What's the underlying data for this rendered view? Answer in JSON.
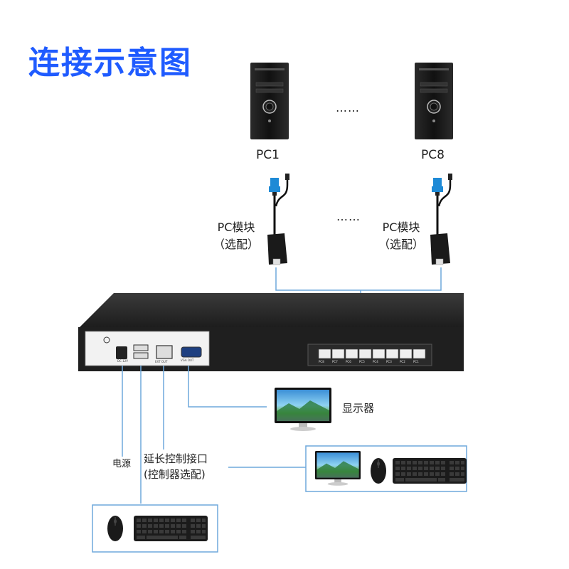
{
  "title": "连接示意图",
  "pcs": [
    {
      "label": "PC1"
    },
    {
      "label": "PC8"
    }
  ],
  "ellipsis": "……",
  "modules": [
    {
      "line1": "PC模块",
      "line2": "（选配）"
    },
    {
      "line1": "PC模块",
      "line2": "（选配）"
    }
  ],
  "monitor_label": "显示器",
  "power_label": "电源",
  "extension": {
    "line1": "延长控制接口",
    "line2": "(控制器选配)"
  },
  "ports": [
    "PC8",
    "PC7",
    "PC6",
    "PC5",
    "PC4",
    "PC3",
    "PC2",
    "PC1"
  ],
  "panel_labels": {
    "power": "DC 12V",
    "ext": "EXT OUT",
    "vga": "VGA OUT"
  },
  "colors": {
    "title": "#1f5bff",
    "line": "#6fa8dc",
    "box": "#6fa8dc"
  },
  "icons": [
    "tower-pc-icon",
    "vga-module-icon",
    "monitor-icon",
    "mouse-icon",
    "keyboard-icon",
    "kvm-switch-icon"
  ]
}
